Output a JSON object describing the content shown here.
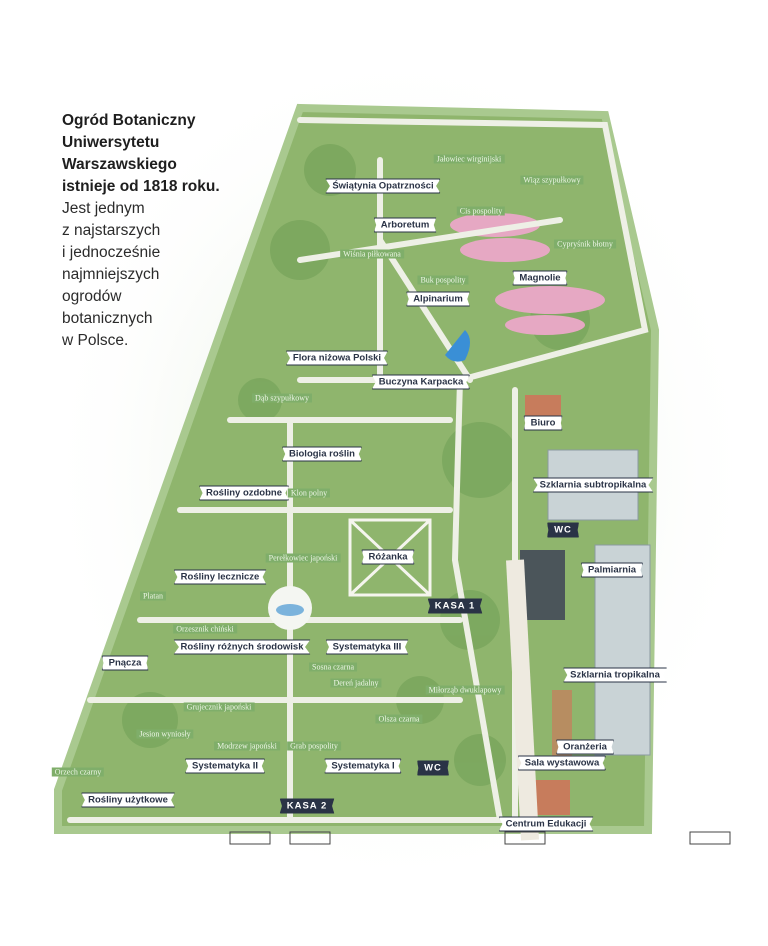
{
  "intro": {
    "title_lines": [
      "Ogród Botaniczny",
      "Uniwersytetu",
      "Warszawskiego",
      "istnieje od 1818 roku."
    ],
    "body_lines": [
      "Jest jednym",
      "z najstarszych",
      "i jednocześnie",
      "najmniejszych",
      "ogrodów",
      "botanicznych",
      "w Polsce."
    ]
  },
  "colors": {
    "grass": "#8fb56d",
    "dark_grass": "#5f8f4a",
    "path": "#eef0e6",
    "label_border": "#2a3346",
    "tree_label": "#7fae6a",
    "greenhouse": "#c9d3d6",
    "roof": "#c77c5c"
  },
  "areas": [
    {
      "name": "Świątynia Opatrzności"
    },
    {
      "name": "Arboretum"
    },
    {
      "name": "Magnolie"
    },
    {
      "name": "Alpinarium"
    },
    {
      "name": "Flora niżowa Polski"
    },
    {
      "name": "Buczyna Karpacka"
    },
    {
      "name": "Biuro"
    },
    {
      "name": "Biologia roślin"
    },
    {
      "name": "Rośliny ozdobne"
    },
    {
      "name": "Szklarnia subtropikalna"
    },
    {
      "name": "WC"
    },
    {
      "name": "Różanka"
    },
    {
      "name": "Palmiarnia"
    },
    {
      "name": "Rośliny lecznicze"
    },
    {
      "name": "KASA 1"
    },
    {
      "name": "Rośliny różnych środowisk"
    },
    {
      "name": "Systematyka III"
    },
    {
      "name": "Pnącza"
    },
    {
      "name": "Szklarnia tropikalna"
    },
    {
      "name": "Oranżeria"
    },
    {
      "name": "Systematyka II"
    },
    {
      "name": "Systematyka I"
    },
    {
      "name": "WC"
    },
    {
      "name": "Sala wystawowa"
    },
    {
      "name": "Rośliny użytkowe"
    },
    {
      "name": "KASA 2"
    },
    {
      "name": "Centrum Edukacji"
    }
  ],
  "trees": [
    {
      "name": "Jałowiec wirginijski"
    },
    {
      "name": "Wiąz szypułkowy"
    },
    {
      "name": "Cis pospolity"
    },
    {
      "name": "Cypryśnik błotny"
    },
    {
      "name": "Wiśnia piłkowana"
    },
    {
      "name": "Buk pospolity"
    },
    {
      "name": "Dąb szypułkowy"
    },
    {
      "name": "Klon polny"
    },
    {
      "name": "Perełkowiec japoński"
    },
    {
      "name": "Platan"
    },
    {
      "name": "Orzesznik chiński"
    },
    {
      "name": "Sosna czarna"
    },
    {
      "name": "Dereń jadalny"
    },
    {
      "name": "Miłorząb dwuklapowy"
    },
    {
      "name": "Grujecznik japoński"
    },
    {
      "name": "Olsza czarna"
    },
    {
      "name": "Jesion wyniosły"
    },
    {
      "name": "Modrzew japoński"
    },
    {
      "name": "Grab pospolity"
    },
    {
      "name": "Orzech czarny"
    }
  ]
}
